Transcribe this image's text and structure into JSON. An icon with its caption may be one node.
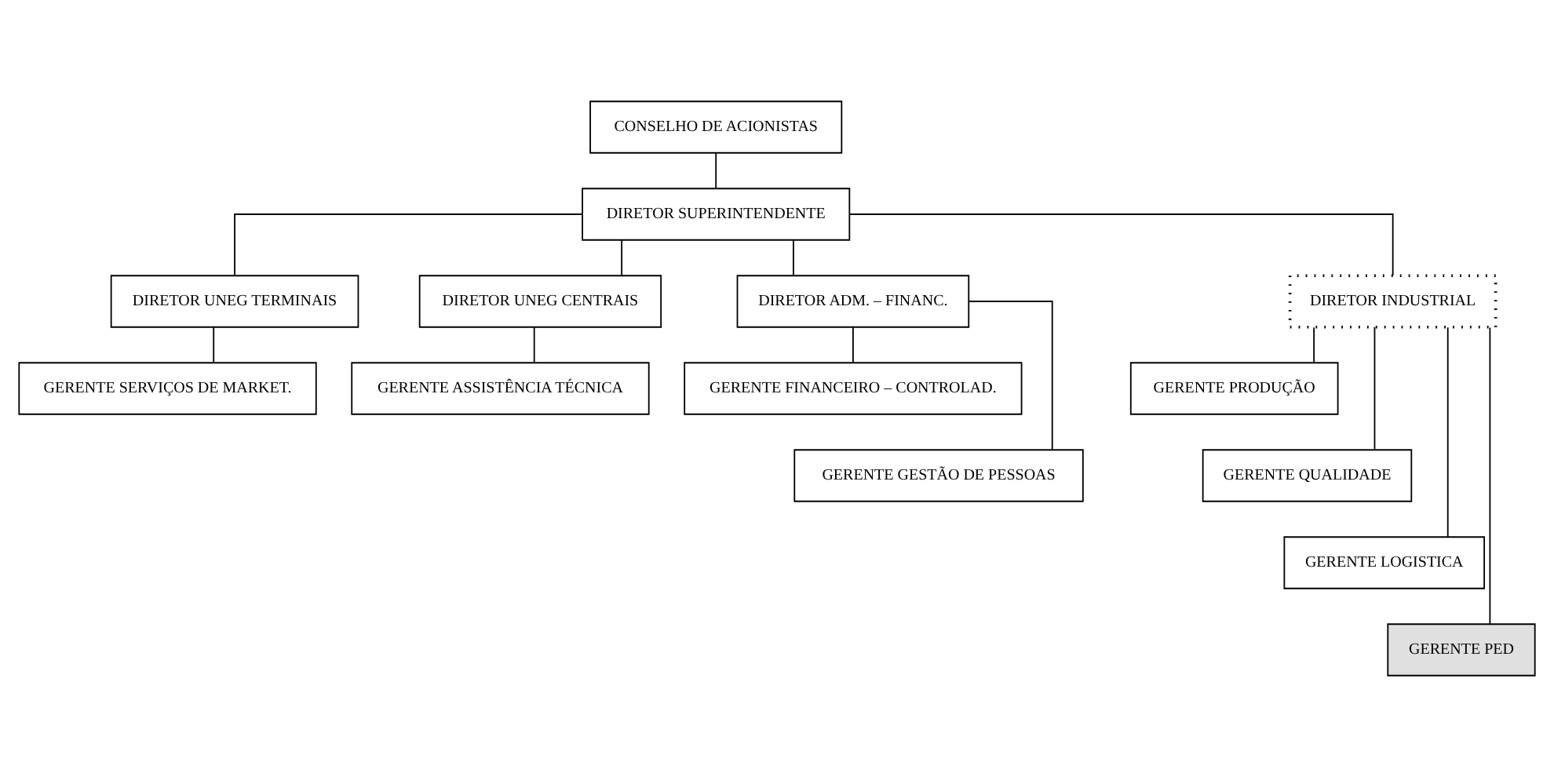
{
  "diagram": {
    "nodes": [
      {
        "text": [
          "CONSELHO DE ACIONISTAS"
        ]
      },
      {
        "text": [
          "DIRETOR SUPERINTENDENTE"
        ]
      },
      {
        "text": [
          "DIRETOR UNEG TERMINAIS"
        ]
      },
      {
        "text": [
          "DIRETOR UNEG CENTRAIS"
        ]
      },
      {
        "text": [
          "DIRETOR ADM. – FINANC."
        ]
      },
      {
        "text": [
          "DIRETOR INDUSTRIAL"
        ]
      },
      {
        "text": [
          "GERENTE SERVIÇOS DE MARKET."
        ]
      },
      {
        "text": [
          "GERENTE ASSISTÊNCIA TÉCNICA"
        ]
      },
      {
        "text": [
          "GERENTE FINANCEIRO – CONTROLAD."
        ]
      },
      {
        "text": [
          "GERENTE GESTÃO DE PESSOAS"
        ]
      },
      {
        "text": [
          "GERENTE PRODUÇÃO"
        ]
      },
      {
        "text": [
          "GERENTE QUALIDADE"
        ]
      },
      {
        "text": [
          "GERENTE LOGISTICA"
        ]
      },
      {
        "text": [
          "GERENTE PED"
        ]
      }
    ],
    "edges": [
      {
        "from": 0,
        "to": 1,
        "arrow": "none"
      },
      {
        "from": 1,
        "to": 2,
        "arrow": "none"
      },
      {
        "from": 1,
        "to": 3,
        "arrow": "none"
      },
      {
        "from": 1,
        "to": 4,
        "arrow": "none"
      },
      {
        "from": 1,
        "to": 5,
        "arrow": "none"
      },
      {
        "from": 2,
        "to": 6,
        "arrow": "none"
      },
      {
        "from": 3,
        "to": 7,
        "arrow": "none"
      },
      {
        "from": 4,
        "to": 8,
        "arrow": "none"
      },
      {
        "from": 4,
        "to": 9,
        "arrow": "none"
      },
      {
        "from": 5,
        "to": 10,
        "arrow": "none"
      },
      {
        "from": 5,
        "to": 11,
        "arrow": "none"
      },
      {
        "from": 5,
        "to": 12,
        "arrow": "none"
      },
      {
        "from": 5,
        "to": 13,
        "arrow": "none"
      }
    ]
  }
}
